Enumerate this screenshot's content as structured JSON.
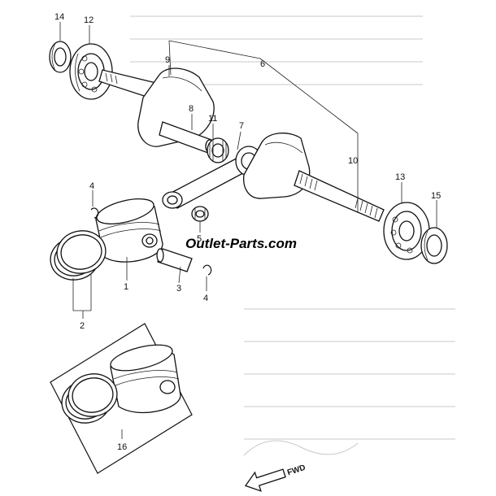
{
  "watermark": "Outlet-Parts.com",
  "fwd_label": "FWD",
  "callouts": [
    {
      "id": "14",
      "label": "14"
    },
    {
      "id": "12",
      "label": "12"
    },
    {
      "id": "9",
      "label": "9"
    },
    {
      "id": "6",
      "label": "6"
    },
    {
      "id": "8",
      "label": "8"
    },
    {
      "id": "11",
      "label": "11"
    },
    {
      "id": "7",
      "label": "7"
    },
    {
      "id": "10",
      "label": "10"
    },
    {
      "id": "13",
      "label": "13"
    },
    {
      "id": "15",
      "label": "15"
    },
    {
      "id": "4a",
      "label": "4"
    },
    {
      "id": "5",
      "label": "5"
    },
    {
      "id": "1",
      "label": "1"
    },
    {
      "id": "3",
      "label": "3"
    },
    {
      "id": "4b",
      "label": "4"
    },
    {
      "id": "2",
      "label": "2"
    },
    {
      "id": "16",
      "label": "16"
    }
  ]
}
